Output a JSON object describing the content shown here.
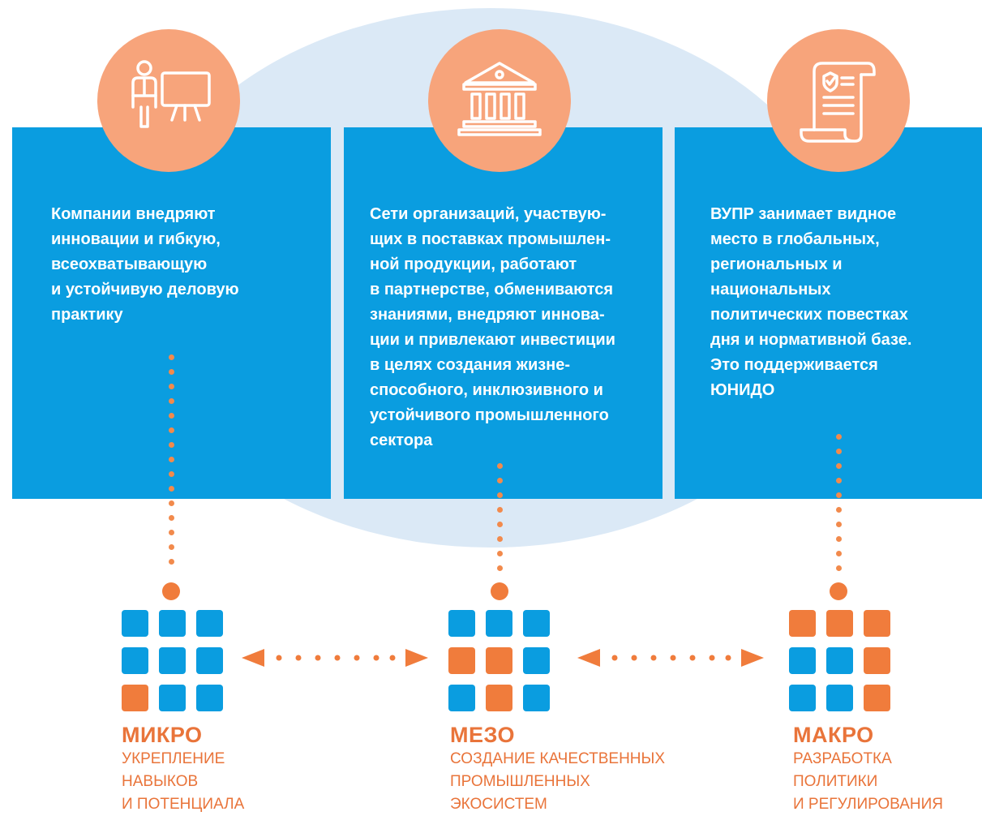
{
  "colors": {
    "panel": "#0a9de0",
    "circle": "#f7a47b",
    "accent": "#f07c3c",
    "ellipse": "#dbe9f6"
  },
  "panels": [
    {
      "icon": "presenter-whiteboard-icon",
      "text": "Компании внедряют\nинновации и гибкую,\nвсеохватывающую\nи устойчивую деловую\nпрактику"
    },
    {
      "icon": "institution-building-icon",
      "text": "Сети организаций, участвую-\nщих в поставках промышлен-\nной продукции, работают\nв партнерстве, обмениваются\nзнаниями, внедряют иннова-\nции и привлекают инвестиции\nв целях создания жизне-\nспособного, инклюзивного и\nустойчивого промышленного\nсектора"
    },
    {
      "icon": "policy-document-scroll-icon",
      "text": "ВУПР занимает видное\nместо в глобальных,\nрегиональных и\nнациональных\nполитических повестках\nдня и нормативной базе.\nЭто поддерживается\nЮНИДО"
    }
  ],
  "levels": [
    {
      "title": "МИКРО",
      "subtitle": "УКРЕПЛЕНИЕ\nНАВЫКОВ\nИ ПОТЕНЦИАЛА",
      "grid": [
        "blue",
        "blue",
        "blue",
        "blue",
        "blue",
        "blue",
        "orange",
        "blue",
        "blue"
      ]
    },
    {
      "title": "МЕЗО",
      "subtitle": "СОЗДАНИЕ КАЧЕСТВЕННЫХ\nПРОМЫШЛЕННЫХ\nЭКОСИСТЕМ",
      "grid": [
        "blue",
        "blue",
        "blue",
        "orange",
        "orange",
        "blue",
        "blue",
        "orange",
        "blue"
      ]
    },
    {
      "title": "МАКРО",
      "subtitle": "РАЗРАБОТКА\nПОЛИТИКИ\nИ РЕГУЛИРОВАНИЯ",
      "grid": [
        "orange",
        "orange",
        "orange",
        "blue",
        "blue",
        "orange",
        "blue",
        "blue",
        "orange"
      ]
    }
  ]
}
